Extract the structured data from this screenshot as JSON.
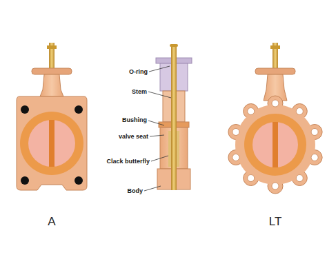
{
  "diagram": {
    "labels": [
      "O-ring",
      "Stem",
      "Bushing",
      "valve seat",
      "Clack butterfly",
      "Body",
      "A",
      "LT"
    ]
  }
}
